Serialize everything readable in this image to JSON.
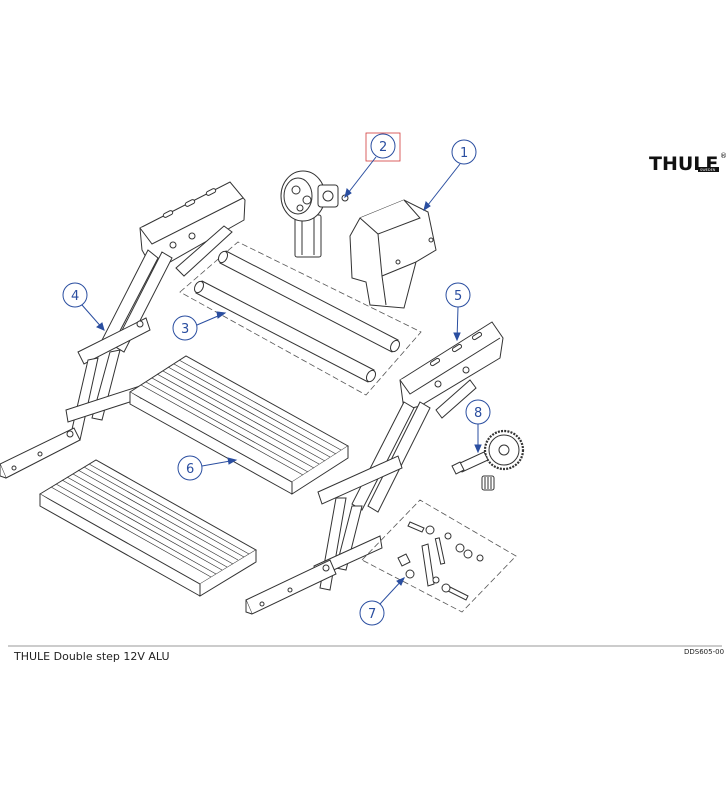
{
  "brand": {
    "logo_text": "THULE",
    "logo_reg": "®",
    "logo_sub": "SWEDEN"
  },
  "footer": {
    "title": "THULE Double step 12V ALU",
    "code": "DDS605-00"
  },
  "callouts": [
    {
      "id": "1",
      "label": "1"
    },
    {
      "id": "2",
      "label": "2",
      "highlighted": true
    },
    {
      "id": "3",
      "label": "3"
    },
    {
      "id": "4",
      "label": "4"
    },
    {
      "id": "5",
      "label": "5"
    },
    {
      "id": "6",
      "label": "6"
    },
    {
      "id": "7",
      "label": "7"
    },
    {
      "id": "8",
      "label": "8"
    }
  ],
  "colors": {
    "callout": "#2a4ea0",
    "highlight_box": "#d23a3a",
    "line": "#333333"
  }
}
